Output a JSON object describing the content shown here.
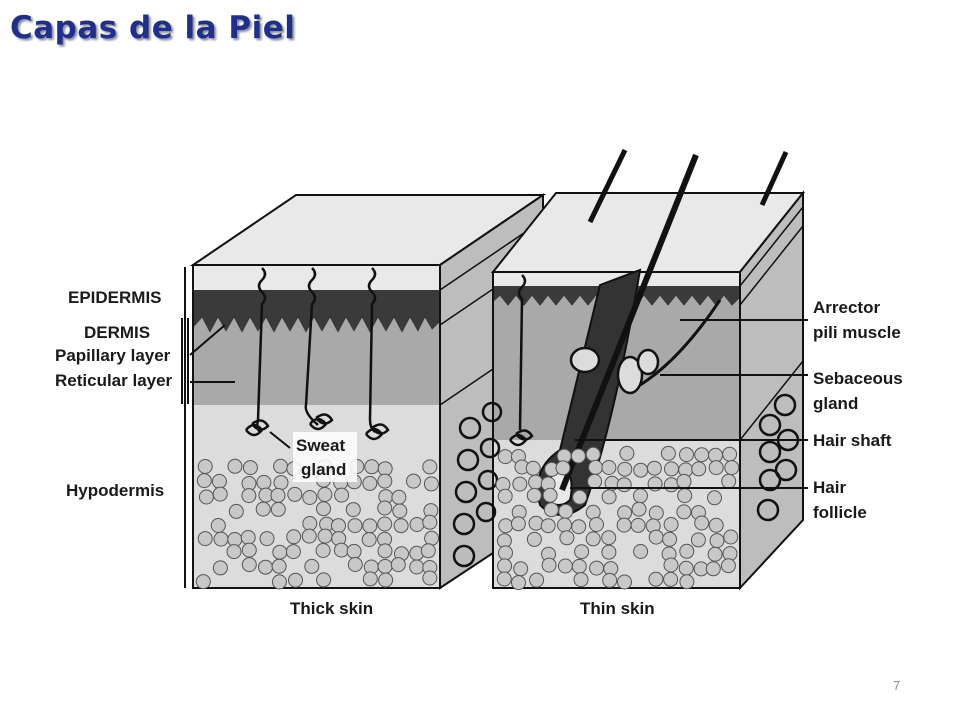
{
  "slide": {
    "title": "Capas de la Piel",
    "page_number": "7"
  },
  "colors": {
    "title": "#1f2f8f",
    "page_number": "#8c8c8c",
    "stratum_corneum": "#e9e9e9",
    "epidermis": "#3a3a3a",
    "dermis": "#a9a9a9",
    "hypodermis": "#dcdcdc",
    "fat_cell": "#c8c8c8",
    "side_face": "#bdbdbd",
    "outline": "#111111"
  },
  "diagram": {
    "labels": {
      "epidermis": "EPIDERMIS",
      "dermis": "DERMIS",
      "papillary_layer": "Papillary layer",
      "reticular_layer": "Reticular layer",
      "hypodermis": "Hypodermis",
      "sweat_gland_1": "Sweat",
      "sweat_gland_2": "gland",
      "arrector_1": "Arrector",
      "arrector_2": "pili muscle",
      "sebaceous_1": "Sebaceous",
      "sebaceous_2": "gland",
      "hair_shaft": "Hair shaft",
      "hair_follicle_1": "Hair",
      "hair_follicle_2": "follicle",
      "thick_skin": "Thick skin",
      "thin_skin": "Thin skin"
    }
  }
}
